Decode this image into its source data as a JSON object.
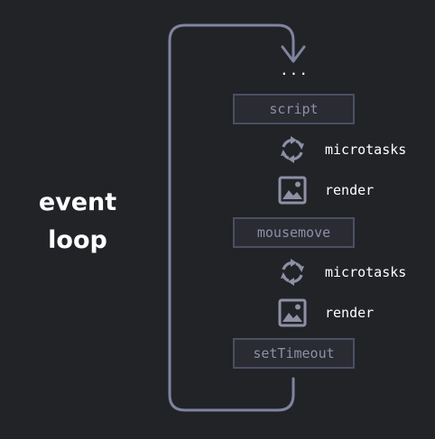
{
  "diagram": {
    "title_line1": "event",
    "title_line2": "loop",
    "ellipsis": "...",
    "tasks": [
      {
        "label": "script"
      },
      {
        "label": "mousemove"
      },
      {
        "label": "setTimeout"
      }
    ],
    "steps": [
      {
        "label": "microtasks",
        "icon": "refresh-cycle-icon"
      },
      {
        "label": "render",
        "icon": "image-icon"
      },
      {
        "label": "microtasks",
        "icon": "refresh-cycle-icon"
      },
      {
        "label": "render",
        "icon": "image-icon"
      }
    ]
  },
  "colors": {
    "background": "#222327",
    "loop_stroke": "#7f84a0",
    "task_border": "#4b4f62",
    "task_text": "#8d90a6",
    "icon": "#8d90a6",
    "text": "#ffffff"
  }
}
